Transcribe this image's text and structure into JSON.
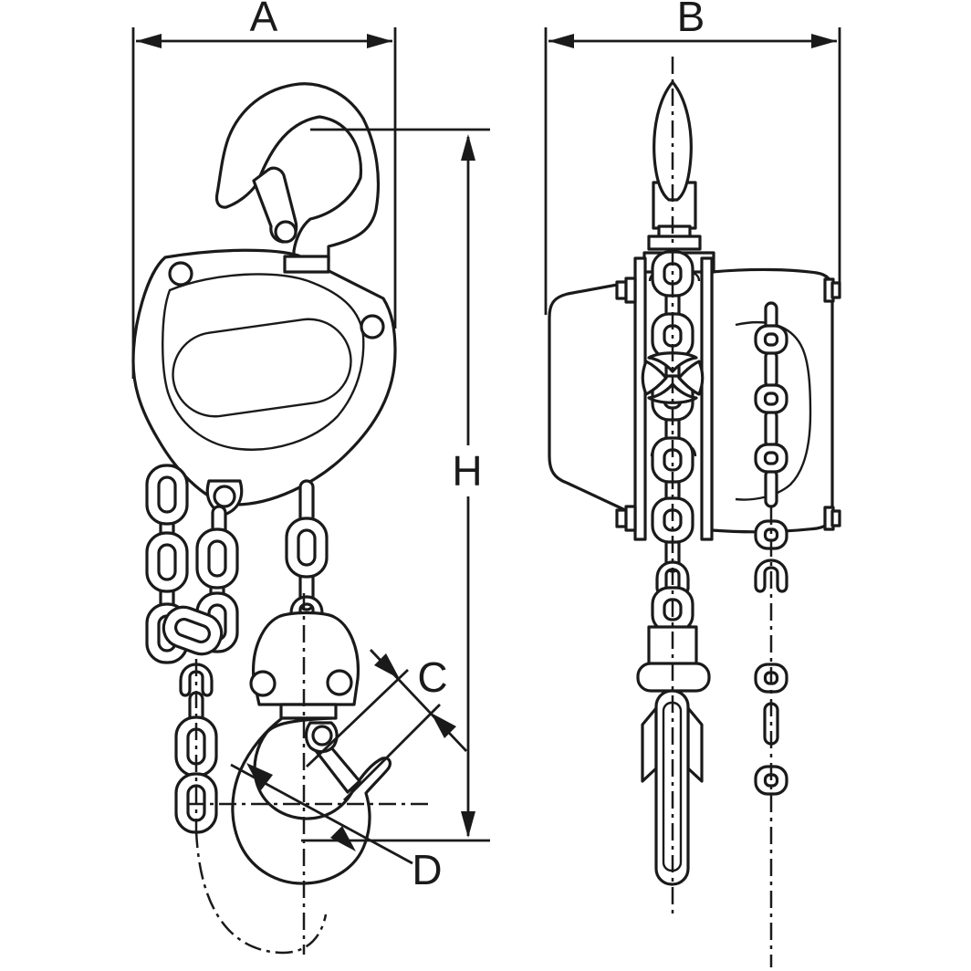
{
  "drawing": {
    "type": "technical-dimensional-drawing",
    "subject": "manual-chain-hoist-two-views",
    "background_color": "#ffffff",
    "line_color": "#1a1a1a",
    "dimensions": {
      "a": "A",
      "b": "B",
      "c": "C",
      "d": "D",
      "h": "H"
    }
  }
}
